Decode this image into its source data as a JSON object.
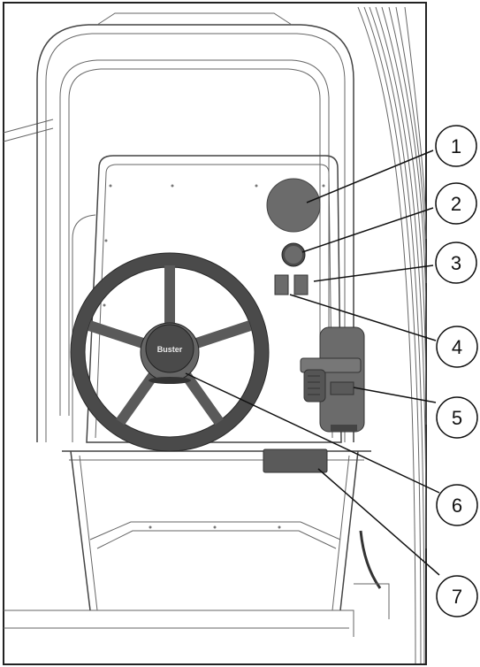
{
  "wheel_brand": "Buster",
  "callouts": [
    {
      "number": "1",
      "component": "round-gauge"
    },
    {
      "number": "2",
      "component": "small-round-switch"
    },
    {
      "number": "3",
      "component": "right-switch"
    },
    {
      "number": "4",
      "component": "left-switch"
    },
    {
      "number": "5",
      "component": "throttle-control"
    },
    {
      "number": "6",
      "component": "steering-wheel-hub"
    },
    {
      "number": "7",
      "component": "rectangular-panel"
    }
  ],
  "colors": {
    "component_fill": "#6b6b6b",
    "component_dark": "#4a4a4a",
    "outline": "#555555",
    "callout_stroke": "#111111"
  }
}
